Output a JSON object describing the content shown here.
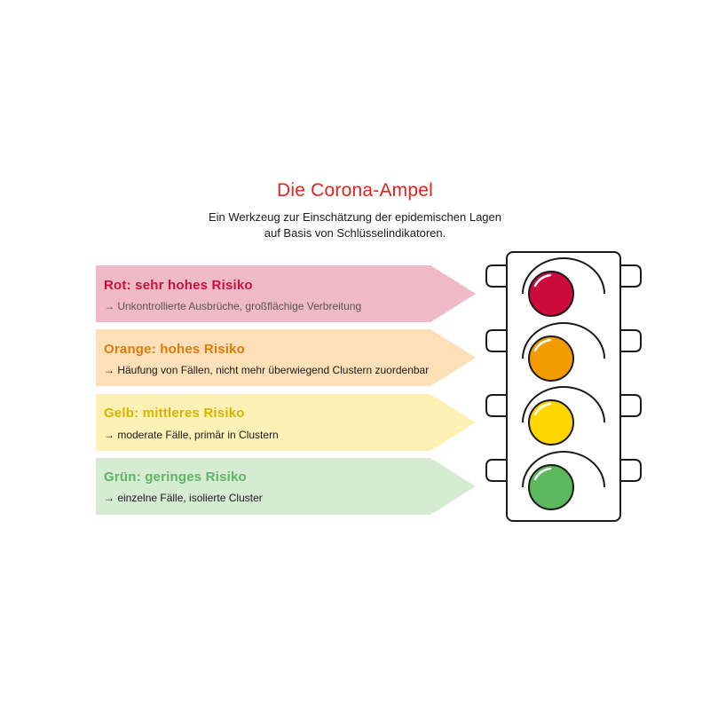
{
  "title": "Die Corona-Ampel",
  "subtitle_lines": [
    "Ein Werkzeug zur Einschätzung der epidemischen Lagen",
    "auf Basis von Schlüsselindikatoren."
  ],
  "levels": [
    {
      "heading": "Rot: sehr hohes Risiko",
      "description": "→ Unkontrollierte Ausbrüche, großflächige Verbreitung",
      "heading_color": "#c8103e",
      "description_color": "#555555",
      "band_color": "#f0b9c6",
      "light_color": "#cc0a3c"
    },
    {
      "heading": "Orange: hohes Risiko",
      "description": "→ Häufung von Fällen, nicht mehr überwiegend Clustern zuordenbar",
      "heading_color": "#e07b0a",
      "description_color": "#1a1a1a",
      "band_color": "#fde0b8",
      "light_color": "#f39c00"
    },
    {
      "heading": "Gelb: mittleres Risiko",
      "description": "→ moderate Fälle, primär in Clustern",
      "heading_color": "#d9b400",
      "description_color": "#1a1a1a",
      "band_color": "#fdf1b6",
      "light_color": "#ffd600"
    },
    {
      "heading": "Grün: geringes Risiko",
      "description": "→ einzelne Fälle, isolierte Cluster",
      "heading_color": "#5fb563",
      "description_color": "#1a1a1a",
      "band_color": "#d5ebd2",
      "light_color": "#5cb85c"
    }
  ],
  "traffic_light": {
    "housing_stroke": "#1a1a1a",
    "housing_fill": "#ffffff"
  }
}
